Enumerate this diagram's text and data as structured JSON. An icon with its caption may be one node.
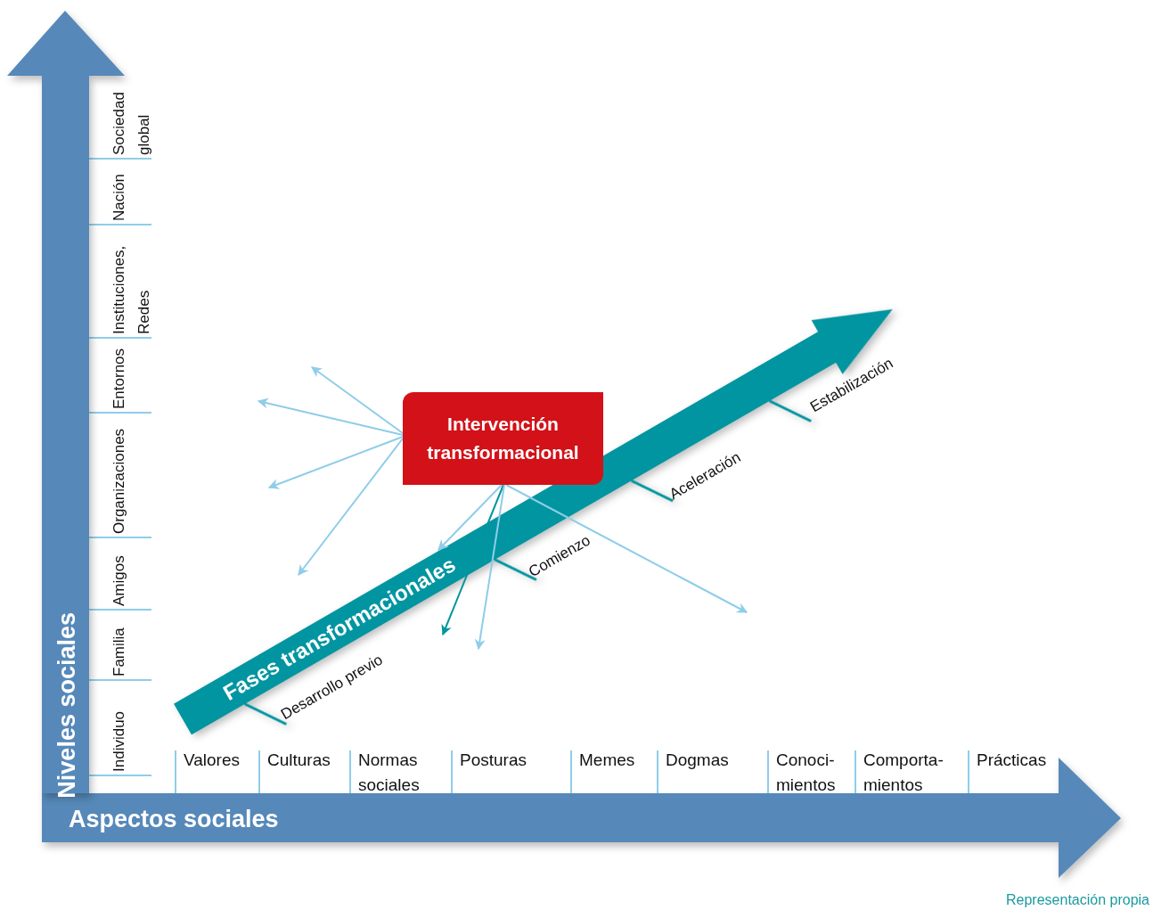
{
  "diagram": {
    "caption": "Representación propia",
    "nodes": [
      {
        "text": [
          "Niveles sociales"
        ]
      },
      {
        "text": [
          "Aspectos sociales"
        ]
      },
      {
        "text": [
          "Fases transformacionales"
        ]
      },
      {
        "text": [
          "Intervención transformacional"
        ]
      }
    ],
    "edges": [
      {
        "from": 3,
        "to": null,
        "arrow": "to"
      },
      {
        "from": 3,
        "to": null,
        "arrow": "to"
      },
      {
        "from": 3,
        "to": null,
        "arrow": "to"
      },
      {
        "from": 3,
        "to": null,
        "arrow": "to"
      },
      {
        "from": 3,
        "to": 2,
        "arrow": "to"
      },
      {
        "from": 3,
        "to": null,
        "arrow": "to",
        "color": "#00959e"
      },
      {
        "from": 3,
        "to": null,
        "arrow": "to"
      },
      {
        "from": 3,
        "to": null,
        "arrow": "to"
      }
    ],
    "labels": [
      "Sociedad global",
      "Nación",
      "Instituciones, Redes",
      "Entornos",
      "Organizaciones",
      "Amigos",
      "Familia",
      "Individuo",
      "Estabilización",
      "Aceleración",
      "Comienzo",
      "Desarrollo previo",
      "Valores",
      "Culturas",
      "Normas sociales",
      "Posturas",
      "Memes",
      "Dogmas",
      "Conoci- mientos",
      "Comporta- mientos",
      "Prácticas"
    ]
  }
}
